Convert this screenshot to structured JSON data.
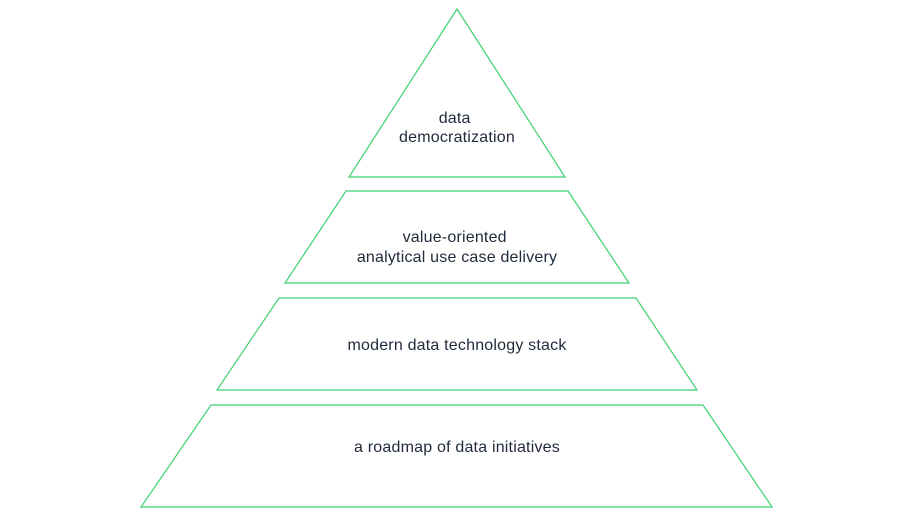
{
  "diagram": {
    "stroke_color": "#3fcf72",
    "text_color": "#1f2a3a",
    "background_color": "#ffffff",
    "tiers": [
      {
        "level": 1,
        "lines": [
          "data",
          "democratization"
        ]
      },
      {
        "level": 2,
        "lines": [
          "value-oriented",
          "analytical use case delivery"
        ]
      },
      {
        "level": 3,
        "lines": [
          "modern data technology stack"
        ]
      },
      {
        "level": 4,
        "lines": [
          "a roadmap of data initiatives"
        ]
      }
    ]
  }
}
